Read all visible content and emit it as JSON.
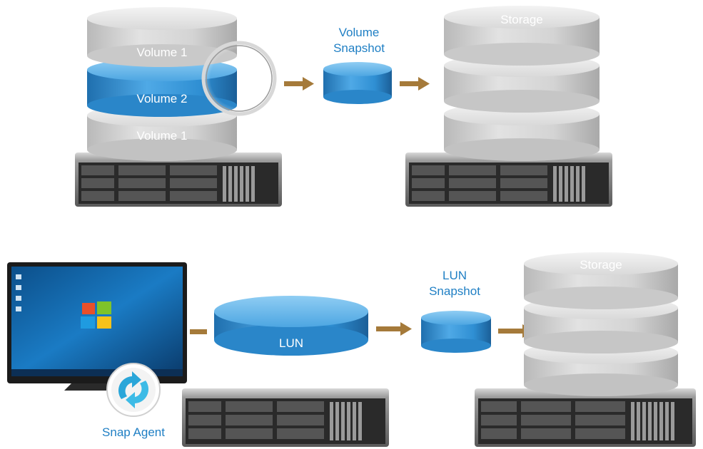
{
  "top_flow": {
    "stack_volumes": [
      "Volume 1",
      "Volume 2",
      "Volume 1"
    ],
    "snapshot_label_lines": [
      "Volume",
      "Snapshot"
    ],
    "storage_label": "Storage"
  },
  "bottom_flow": {
    "lun_label": "LUN",
    "snapshot_label_lines": [
      "LUN",
      "Snapshot"
    ],
    "storage_label": "Storage",
    "agent_label": "Snap Agent"
  },
  "colors": {
    "accent_blue": "#1f7fc4",
    "volume_blue": "#2b8fd6",
    "disk_gray": "#cfcfcf",
    "arrow_brown": "#a57a3a",
    "server_dark": "#2a2a2a"
  },
  "icons": {
    "nas_server": "nas-server-icon",
    "monitor": "windows-monitor-icon",
    "magnifier": "magnifier-lens-icon",
    "snap_agent": "snap-agent-sync-icon"
  }
}
